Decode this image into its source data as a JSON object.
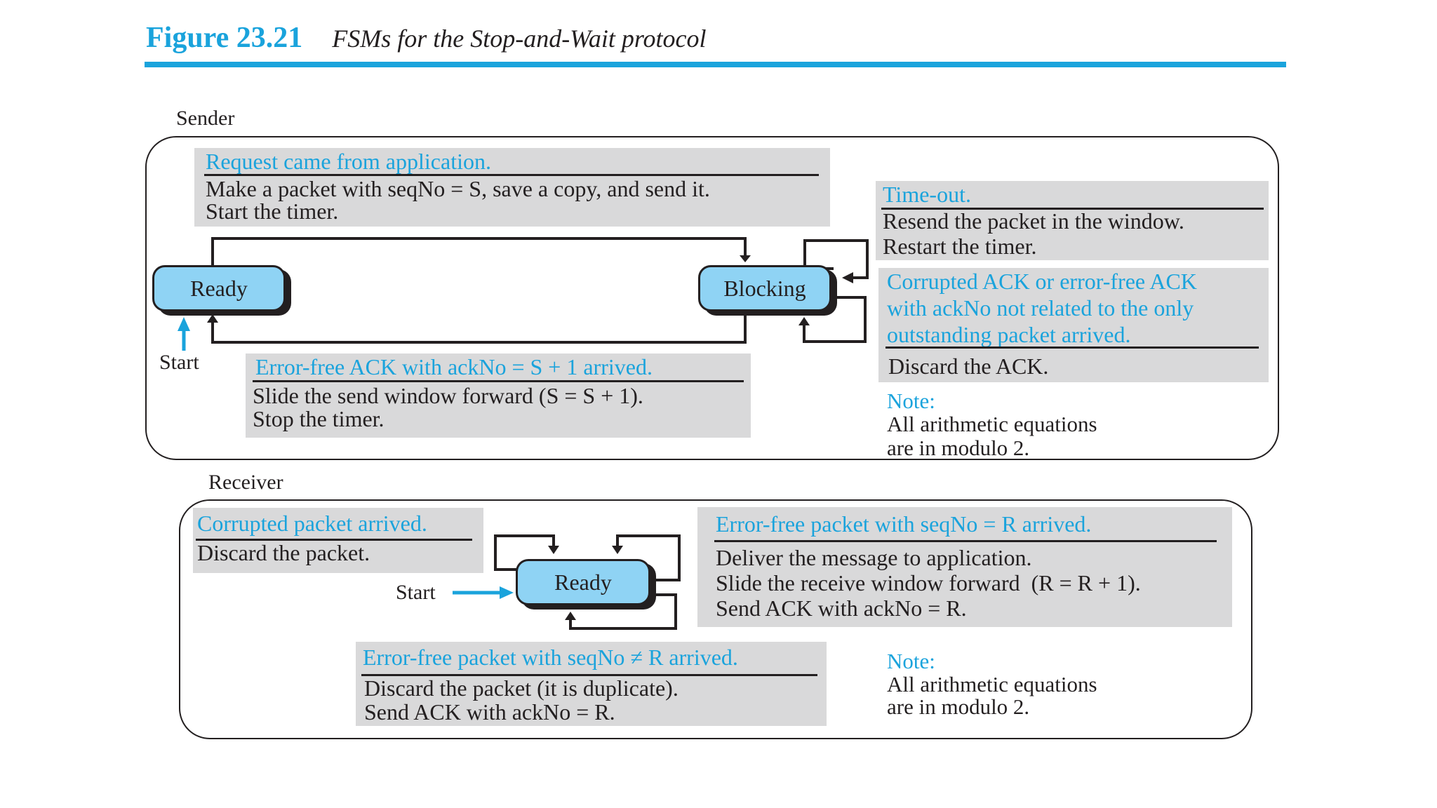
{
  "figure": {
    "number": "Figure 23.21",
    "caption": "FSMs for the Stop-and-Wait protocol"
  },
  "colors": {
    "accent": "#1aa3dc",
    "state_fill": "#8fd3f4",
    "box_fill": "#d9d9da",
    "ink": "#231f20"
  },
  "sender": {
    "label": "Sender",
    "states": {
      "ready": "Ready",
      "blocking": "Blocking"
    },
    "start_label": "Start",
    "request": {
      "event": "Request came from application.",
      "action_line1": "Make a packet with seqNo = S, save a copy, and send it.",
      "action_line2": "Start the timer."
    },
    "ack_ok": {
      "event": "Error-free ACK with ackNo = S + 1 arrived.",
      "action_line1": "Slide the send window forward (S = S + 1).",
      "action_line2": "Stop the timer."
    },
    "timeout": {
      "event": "Time-out.",
      "action_line1": "Resend the packet in the window.",
      "action_line2": "Restart the timer."
    },
    "bad_ack": {
      "event_line1": "Corrupted ACK or error-free ACK",
      "event_line2": "with ackNo not related to the only",
      "event_line3": "outstanding packet arrived.",
      "action": "Discard the ACK."
    },
    "note": {
      "heading": "Note:",
      "line1": "All arithmetic equations",
      "line2": "are in modulo 2."
    }
  },
  "receiver": {
    "label": "Receiver",
    "state": "Ready",
    "start_label": "Start",
    "corrupted": {
      "event": "Corrupted packet arrived.",
      "action": "Discard the packet."
    },
    "in_order": {
      "event": "Error-free packet with seqNo = R arrived.",
      "action_line1": "Deliver the message to application.",
      "action_line2": "Slide the receive window forward  (R = R + 1).",
      "action_line3": "Send ACK with ackNo = R."
    },
    "duplicate": {
      "event": "Error-free packet with seqNo ≠ R arrived.",
      "action_line1": "Discard the packet (it is duplicate).",
      "action_line2": "Send ACK with ackNo = R."
    },
    "note": {
      "heading": "Note:",
      "line1": "All arithmetic equations",
      "line2": "are in modulo 2."
    }
  }
}
